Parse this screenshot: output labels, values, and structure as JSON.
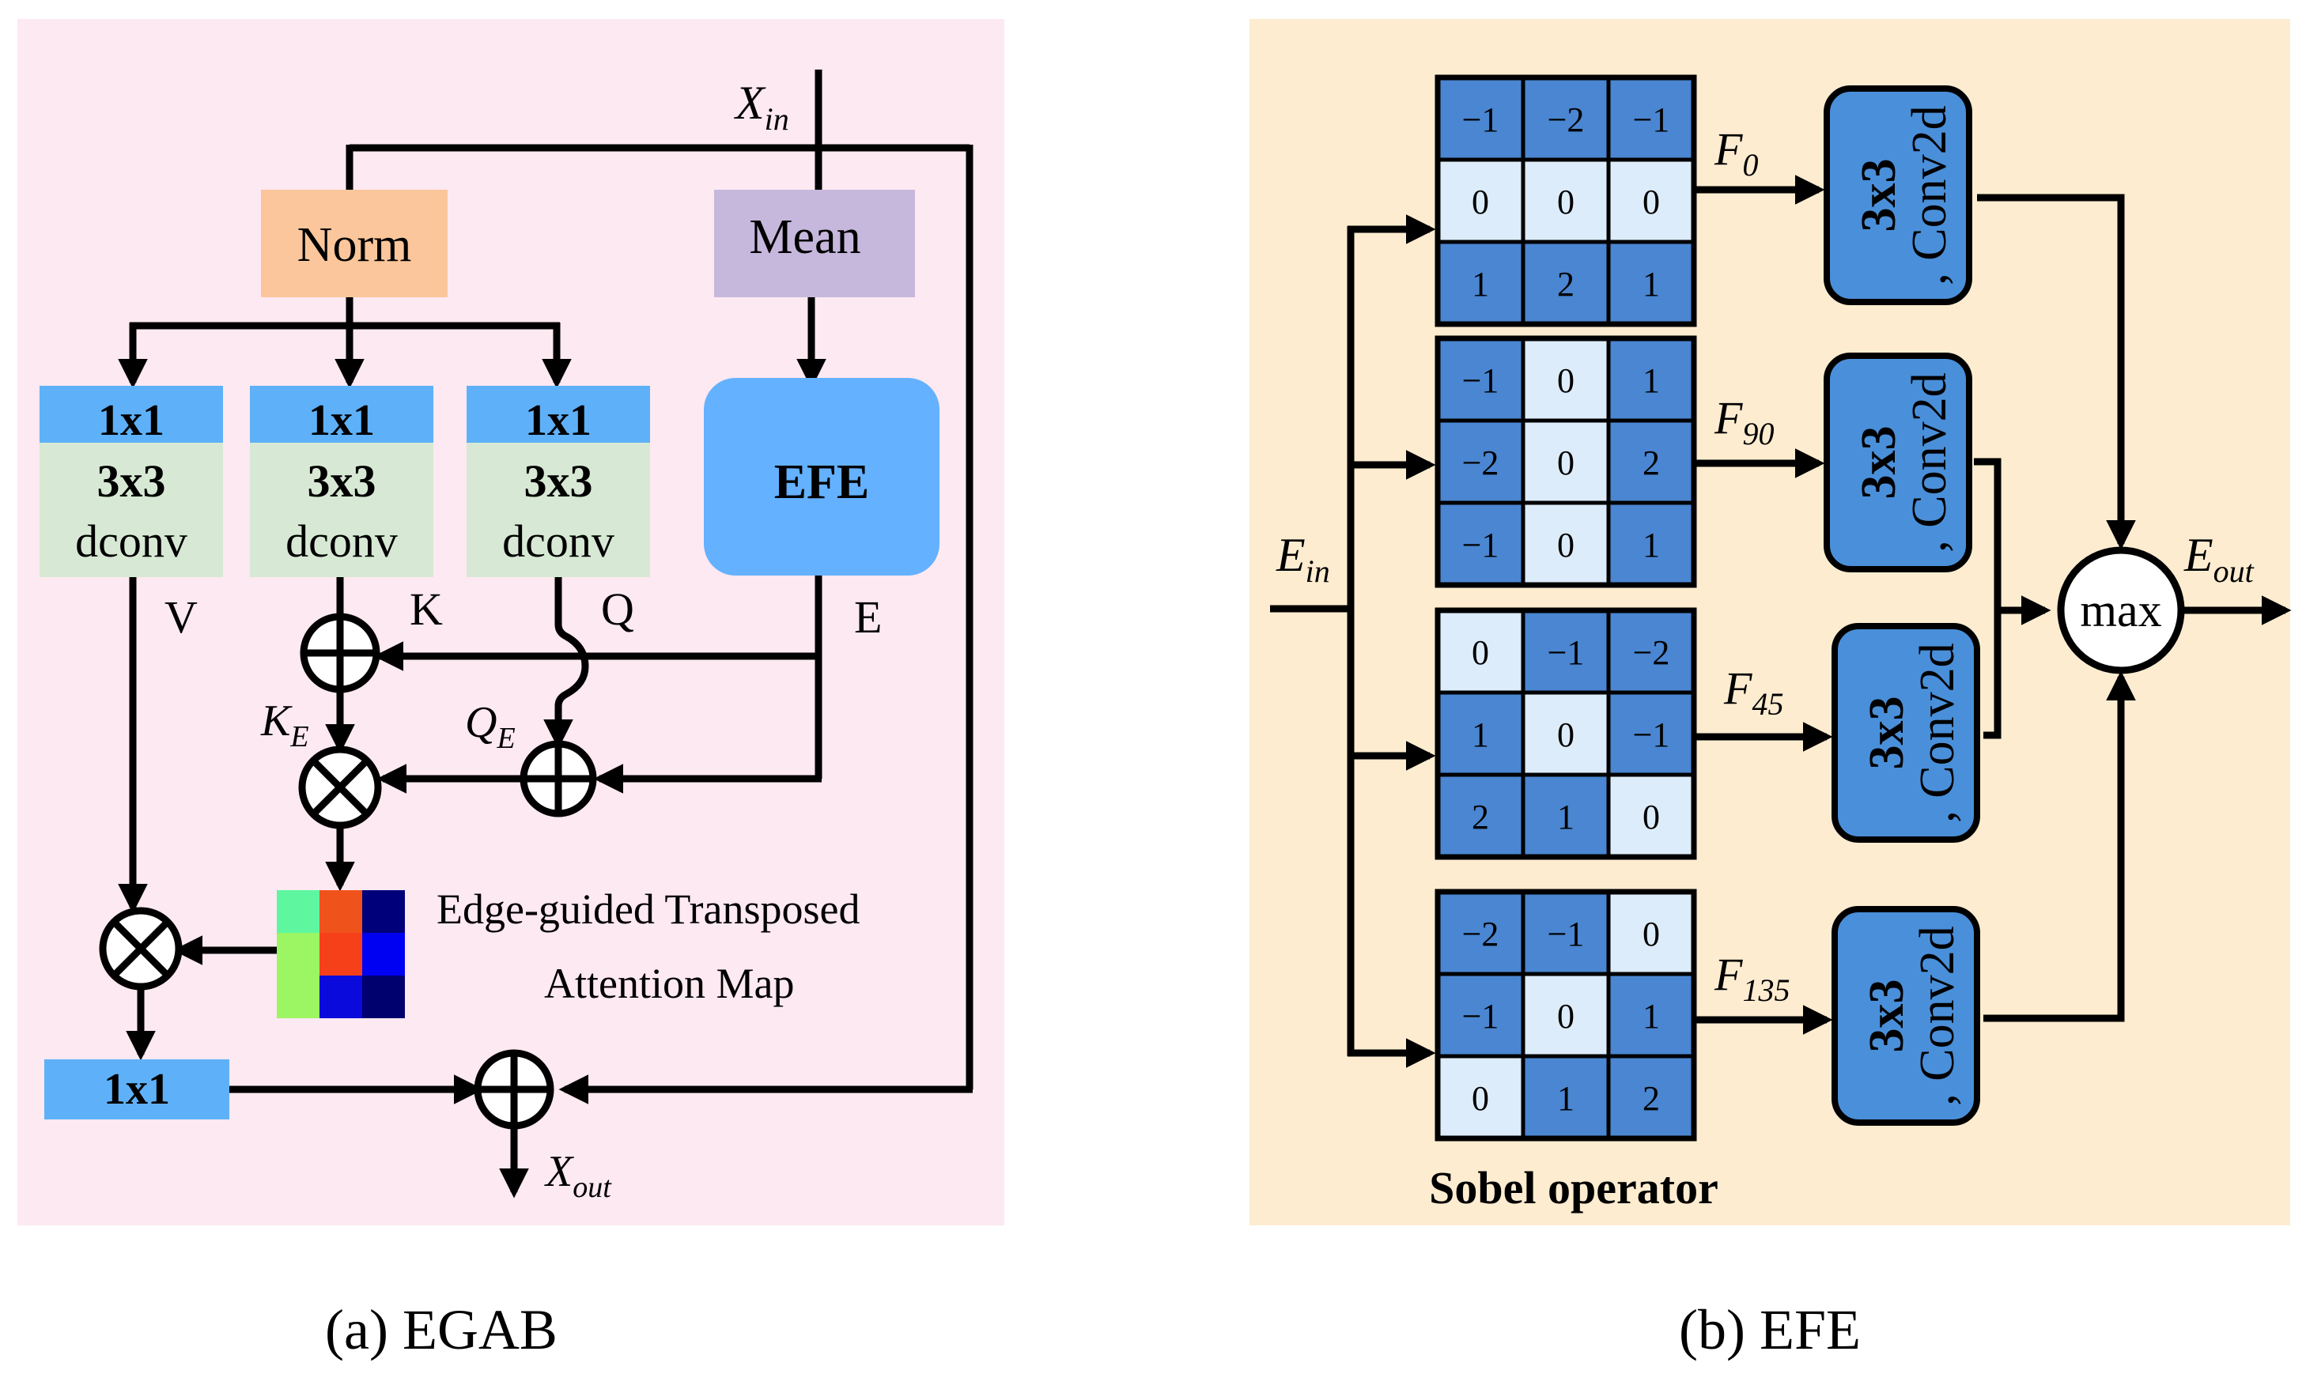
{
  "panel_a": {
    "caption": "(a) EGAB",
    "bg_color": "#fde9f1",
    "input_label": "X",
    "input_sub": "in",
    "output_label": "X",
    "output_sub": "out",
    "norm_label": "Norm",
    "mean_label": "Mean",
    "efe_label": "EFE",
    "branches": [
      {
        "top": "1x1",
        "mid": "3x3",
        "bot": "dconv",
        "out": "V"
      },
      {
        "top": "1x1",
        "mid": "3x3",
        "bot": "dconv",
        "out": "K"
      },
      {
        "top": "1x1",
        "mid": "3x3",
        "bot": "dconv",
        "out": "Q"
      }
    ],
    "efe_out": "E",
    "ke_label": "K",
    "ke_sub": "E",
    "qe_label": "Q",
    "qe_sub": "E",
    "attention_map_line1": "Edge-guided  Transposed",
    "attention_map_line2": "Attention Map",
    "attention_colors": [
      [
        "#5ef7a0",
        "#f0521c",
        "#00007a"
      ],
      [
        "#9cf562",
        "#f5401a",
        "#0000f2"
      ],
      [
        "#9cf562",
        "#0a0adc",
        "#00006e"
      ]
    ],
    "proj_label": "1x1",
    "colors": {
      "norm": "#fbc69b",
      "mean": "#c6b7dc",
      "efe": "#64b1ff",
      "conv_top": "#5eb1f8",
      "conv_body": "#d7e9d4"
    }
  },
  "panel_b": {
    "caption": "(b) EFE",
    "bg_color": "#fdecd0",
    "input_label": "E",
    "input_sub": "in",
    "output_label": "E",
    "output_sub": "out",
    "max_label": "max",
    "sobel_label": "Sobel operator",
    "conv_bold": "3x3",
    "conv_rest": ", Conv2d",
    "kernels": [
      {
        "name": "F",
        "sub": "0",
        "cells": [
          [
            "−1",
            "−2",
            "−1"
          ],
          [
            "0",
            "0",
            "0"
          ],
          [
            "1",
            "2",
            "1"
          ]
        ]
      },
      {
        "name": "F",
        "sub": "90",
        "cells": [
          [
            "−1",
            "0",
            "1"
          ],
          [
            "−2",
            "0",
            "2"
          ],
          [
            "−1",
            "0",
            "1"
          ]
        ]
      },
      {
        "name": "F",
        "sub": "45",
        "cells": [
          [
            "0",
            "−1",
            "−2"
          ],
          [
            "1",
            "0",
            "−1"
          ],
          [
            "2",
            "1",
            "0"
          ]
        ]
      },
      {
        "name": "F",
        "sub": "135",
        "cells": [
          [
            "−2",
            "−1",
            "0"
          ],
          [
            "−1",
            "0",
            "1"
          ],
          [
            "0",
            "1",
            "2"
          ]
        ]
      }
    ],
    "colors": {
      "cell_dark": "#4a86d1",
      "cell_light": "#dcecfa",
      "conv": "#4a8fd9"
    }
  }
}
